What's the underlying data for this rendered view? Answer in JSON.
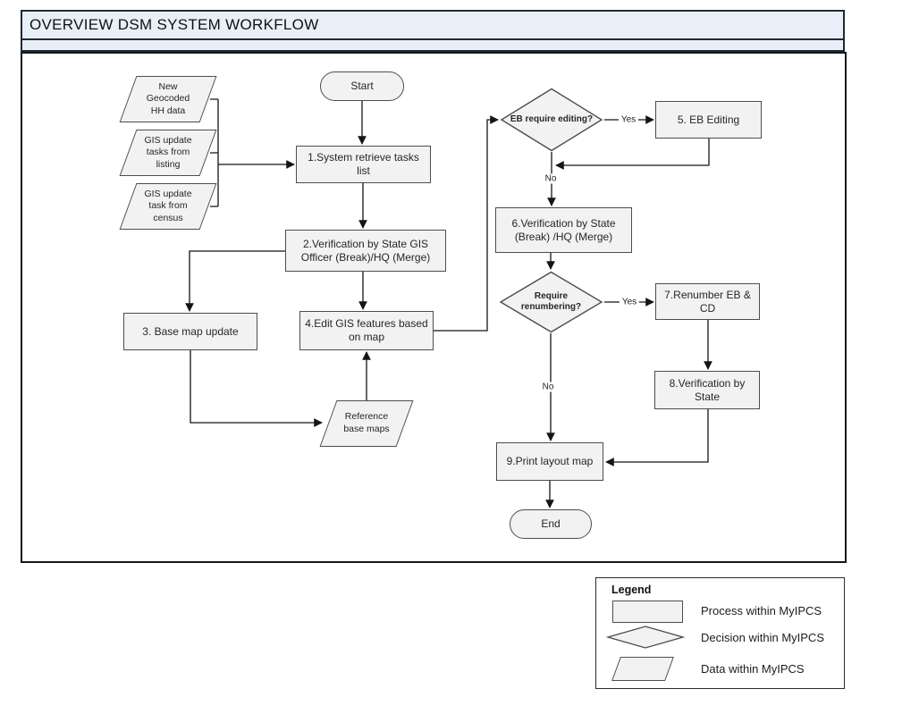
{
  "title": "OVERVIEW DSM SYSTEM WORKFLOW",
  "flow": {
    "start": "Start",
    "end": "End",
    "inputs": [
      {
        "label": "New Geocoded HH data"
      },
      {
        "label": "GIS update tasks from listing"
      },
      {
        "label": "GIS update task from census"
      }
    ],
    "processes": [
      {
        "label": "1.System retrieve tasks list"
      },
      {
        "label": "2.Verification by State GIS Officer (Break)/HQ (Merge)"
      },
      {
        "label": "3. Base map update"
      },
      {
        "label": "4.Edit GIS features based on map"
      },
      {
        "label": "5. EB Editing"
      },
      {
        "label": "6.Verification by State (Break) /HQ (Merge)"
      },
      {
        "label": "7.Renumber EB & CD"
      },
      {
        "label": "8.Verification by State"
      },
      {
        "label": "9.Print layout map"
      }
    ],
    "decisions": [
      {
        "label": "EB require editing?",
        "yes": "Yes",
        "no": "No"
      },
      {
        "label": "Require renumbering?",
        "yes": "Yes",
        "no": "No"
      }
    ],
    "data_node": {
      "label": "Reference base maps"
    }
  },
  "legend": {
    "title": "Legend",
    "items": [
      {
        "shape": "process",
        "label": "Process within MyIPCS"
      },
      {
        "shape": "decision",
        "label": "Decision within MyIPCS"
      },
      {
        "shape": "data",
        "label": "Data within MyIPCS"
      }
    ]
  },
  "colors": {
    "banner_fill": "#e9eff7",
    "banner_border": "#1f2a36",
    "shape_fill": "#f2f2f2",
    "shape_border": "#4d4d4d",
    "connector": "#151515"
  }
}
